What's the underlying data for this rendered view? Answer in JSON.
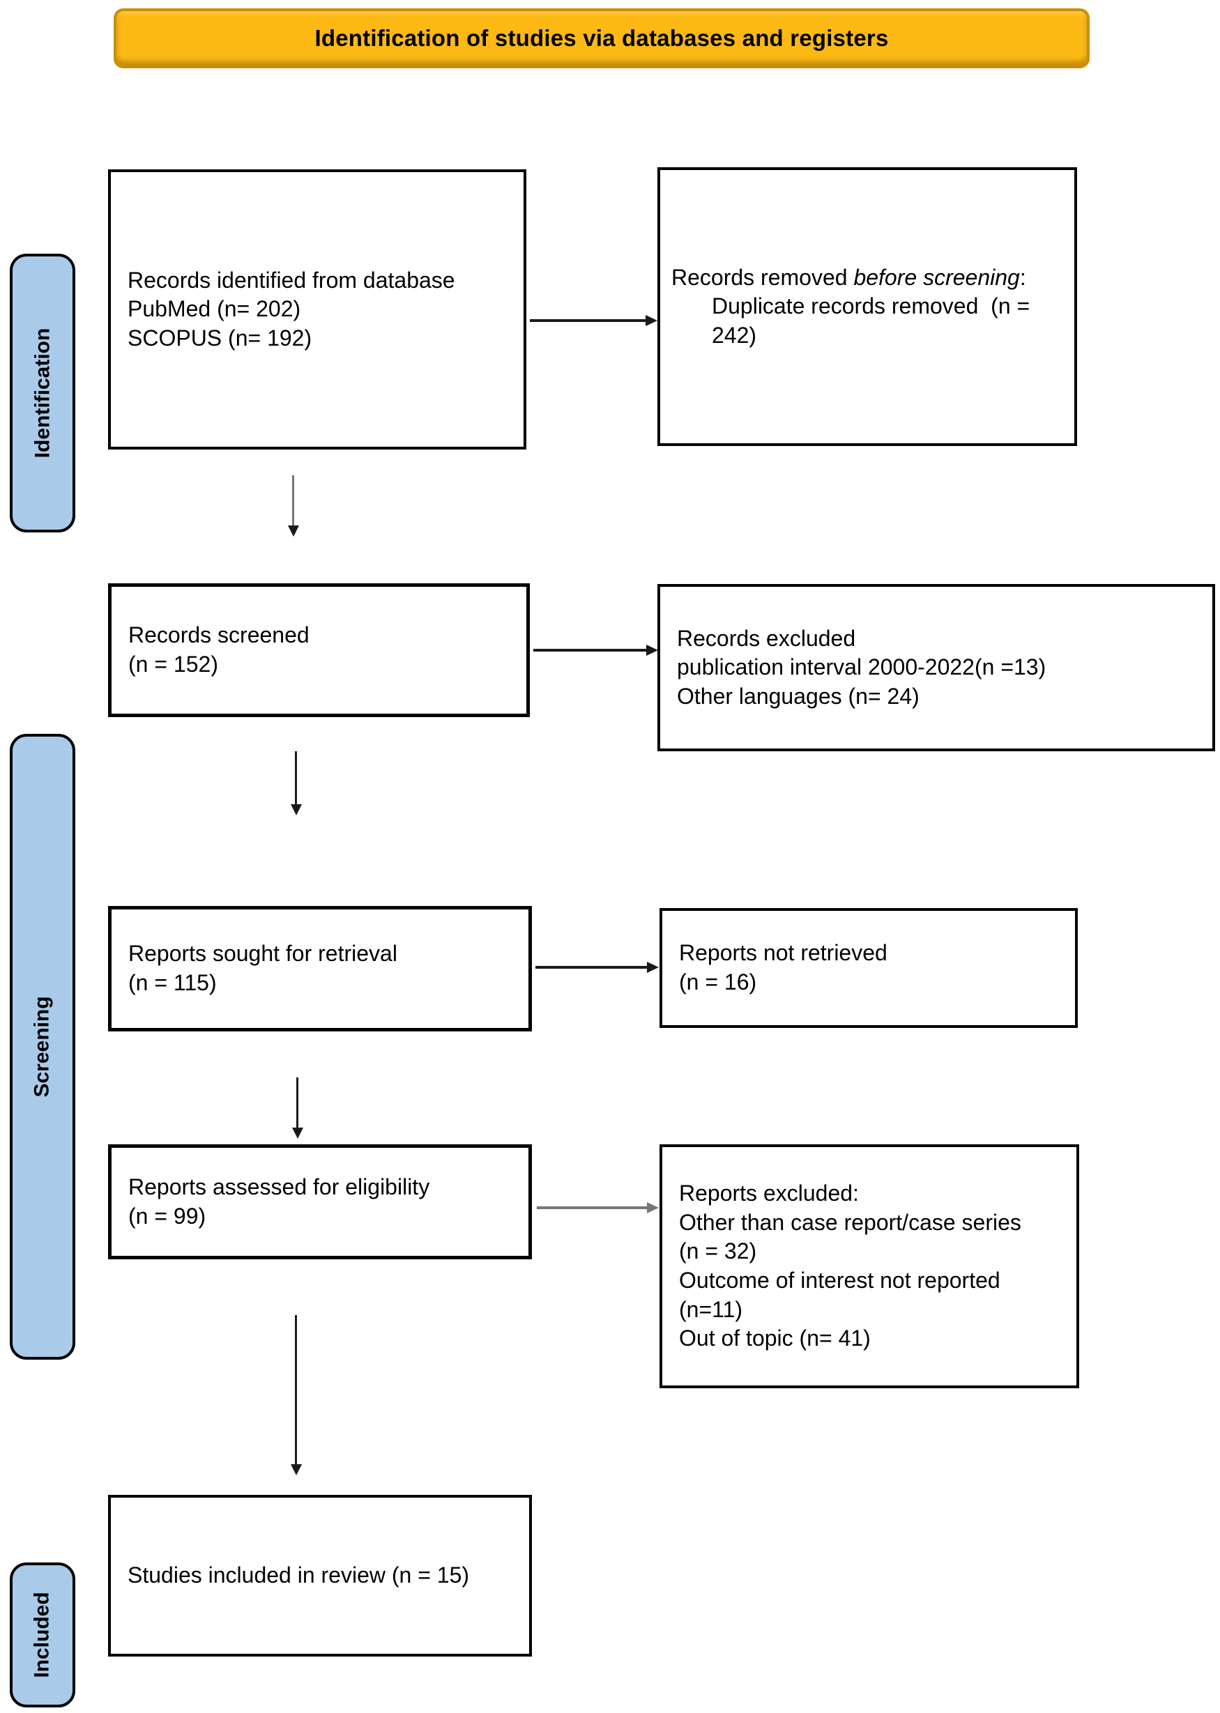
{
  "title": "Identification of studies via databases and registers",
  "colors": {
    "banner_fill": "#FDB913",
    "banner_border": "#C98F00",
    "stage_fill": "#A9CBE9",
    "box_border": "#000000",
    "arrow_black": "#1a1a1a",
    "arrow_gray": "#767676"
  },
  "stages": {
    "identification": "Identification",
    "screening": "Screening",
    "included": "Included"
  },
  "boxes": {
    "records_identified": {
      "line1": "Records identified from database",
      "line2": "PubMed (n= 202)",
      "line3": "SCOPUS (n= 192)"
    },
    "records_removed": {
      "line1_prefix": "Records removed ",
      "line1_italic": "before screening",
      "line1_suffix": ":",
      "line2": "Duplicate records removed  (n = 242)"
    },
    "records_screened": {
      "line1": "Records screened",
      "line2": "(n = 152)"
    },
    "records_excluded": {
      "line1": "Records excluded",
      "line2": "publication interval 2000-2022(n =13)",
      "line3": "Other languages (n= 24)"
    },
    "reports_sought": {
      "line1": "Reports sought for retrieval",
      "line2": "(n = 115)"
    },
    "reports_not_retrieved": {
      "line1": "Reports not retrieved",
      "line2": "(n = 16)"
    },
    "reports_assessed": {
      "line1": "Reports assessed for eligibility",
      "line2": "(n = 99)"
    },
    "reports_excluded": {
      "line1": "Reports excluded:",
      "line2": "Other than case report/case series",
      "line3": "(n = 32)",
      "line4": "Outcome of interest not reported",
      "line5": "(n=11)",
      "line6": "Out of topic (n= 41)"
    },
    "studies_included": {
      "line1": "Studies included in review (n = 15)"
    }
  }
}
